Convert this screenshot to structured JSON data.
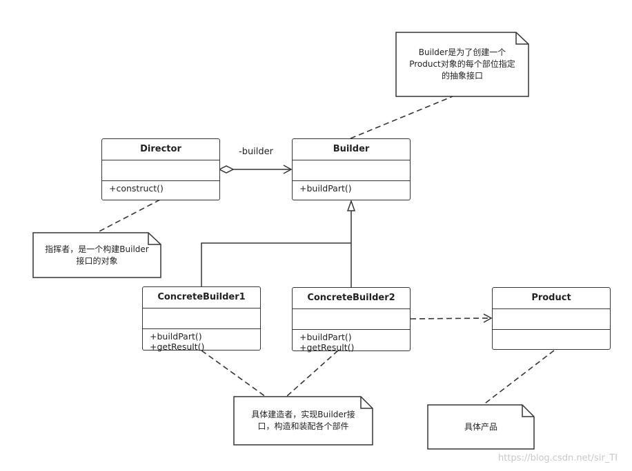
{
  "classes": {
    "director": {
      "name": "Director",
      "operations": [
        "+construct()"
      ]
    },
    "builder": {
      "name": "Builder",
      "operations": [
        "+buildPart()"
      ]
    },
    "concrete1": {
      "name": "ConcreteBuilder1",
      "operations": [
        "+buildPart()",
        "+getResult()"
      ]
    },
    "concrete2": {
      "name": "ConcreteBuilder2",
      "operations": [
        "+buildPart()",
        "+getResult()"
      ]
    },
    "product": {
      "name": "Product",
      "operations": []
    }
  },
  "association_label": "-builder",
  "notes": {
    "builder_note": [
      "Builder是为了创建一个",
      "Product对象的每个部位指定",
      "的抽象接口"
    ],
    "director_note": [
      "指挥者，是一个构建Builder",
      "接口的对象"
    ],
    "concrete_note": [
      "具体建造者，实现Builder接",
      "口，构造和装配各个部件"
    ],
    "product_note": [
      "具体产品"
    ]
  },
  "watermark": "https://blog.csdn.net/sir_TI"
}
